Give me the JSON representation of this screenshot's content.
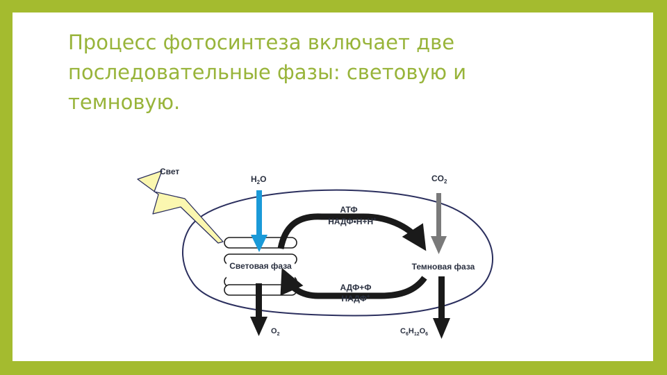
{
  "slide": {
    "title": "Процесс фотосинтеза включает две последовательные фазы: световую и темновую."
  },
  "diagram": {
    "light_label": "Свет",
    "water_label": "H",
    "water_sub": "2",
    "water_tail": "O",
    "co2_label": "CO",
    "co2_sub": "2",
    "atp_label": "АТФ",
    "nadph_label": "НАДФ•Н+Н",
    "nadph_sup": "+",
    "light_phase": "Световая фаза",
    "dark_phase": "Темновая фаза",
    "adp_label": "АДФ+Ф",
    "nadp_label": "НАДФ",
    "nadp_sup": "+",
    "o2_label": "O",
    "o2_sub": "2",
    "glucose": {
      "c": "C",
      "c_sub": "6",
      "h": "H",
      "h_sub": "12",
      "o": "O",
      "o_sub": "6"
    },
    "colors": {
      "water_arrow": "#1a9ad8",
      "co2_arrow": "#7a7a7a",
      "cycle_arrow": "#1a1a1a",
      "chloroplast_outline": "#2b2f5e",
      "lightning_fill": "#fbf7b0"
    }
  }
}
